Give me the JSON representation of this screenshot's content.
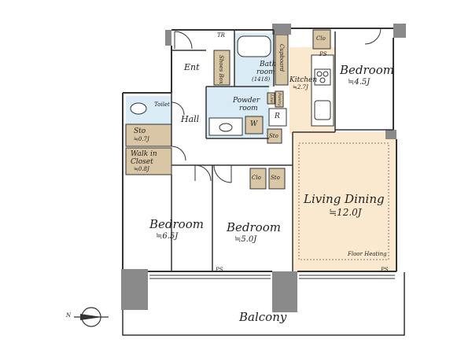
{
  "rooms": {
    "bedroom_ne": {
      "name": "Bedroom",
      "area": "≒4.5J"
    },
    "bedroom_sw": {
      "name": "Bedroom",
      "area": "≒6.5J"
    },
    "bedroom_s": {
      "name": "Bedroom",
      "area": "≒5.0J"
    },
    "living_dining": {
      "name": "Living Dining",
      "area": "≒12.0J"
    },
    "kitchen": {
      "name": "Kitchen",
      "area": "≒2.7J"
    },
    "bathroom": {
      "name_line1": "Bath",
      "name_line2": "room",
      "size": "(1418)"
    },
    "powder_room": {
      "name_line1": "Powder",
      "name_line2": "room"
    },
    "toilet": {
      "name": "Toilet"
    },
    "storage": {
      "name": "Sto",
      "area": "≒0.7J"
    },
    "walk_in_closet": {
      "name_line1": "Walk in",
      "name_line2": "Closet",
      "area": "≒0.8J"
    },
    "entrance": {
      "name": "Ent"
    },
    "hall": {
      "name": "Hall"
    },
    "balcony": {
      "name": "Balcony"
    }
  },
  "labels": {
    "closet": "Clo",
    "storage_short": "Sto",
    "shoe_box": "Shoes Box",
    "cupboard": "Cupboard",
    "pantry": "Pantry",
    "line": "Line",
    "refrigerator": "R",
    "washer": "W",
    "trunk_room": "TR",
    "pipe_space": "PS",
    "floor_heating": "Floor Heating",
    "compass_n": "N"
  },
  "colors": {
    "floor_tan": "#fbe9cf",
    "storage_tan": "#d8c6a4",
    "wet_area_blue": "#d9ebf5",
    "wall_gray": "#8a8a8a",
    "line": "#333333"
  }
}
